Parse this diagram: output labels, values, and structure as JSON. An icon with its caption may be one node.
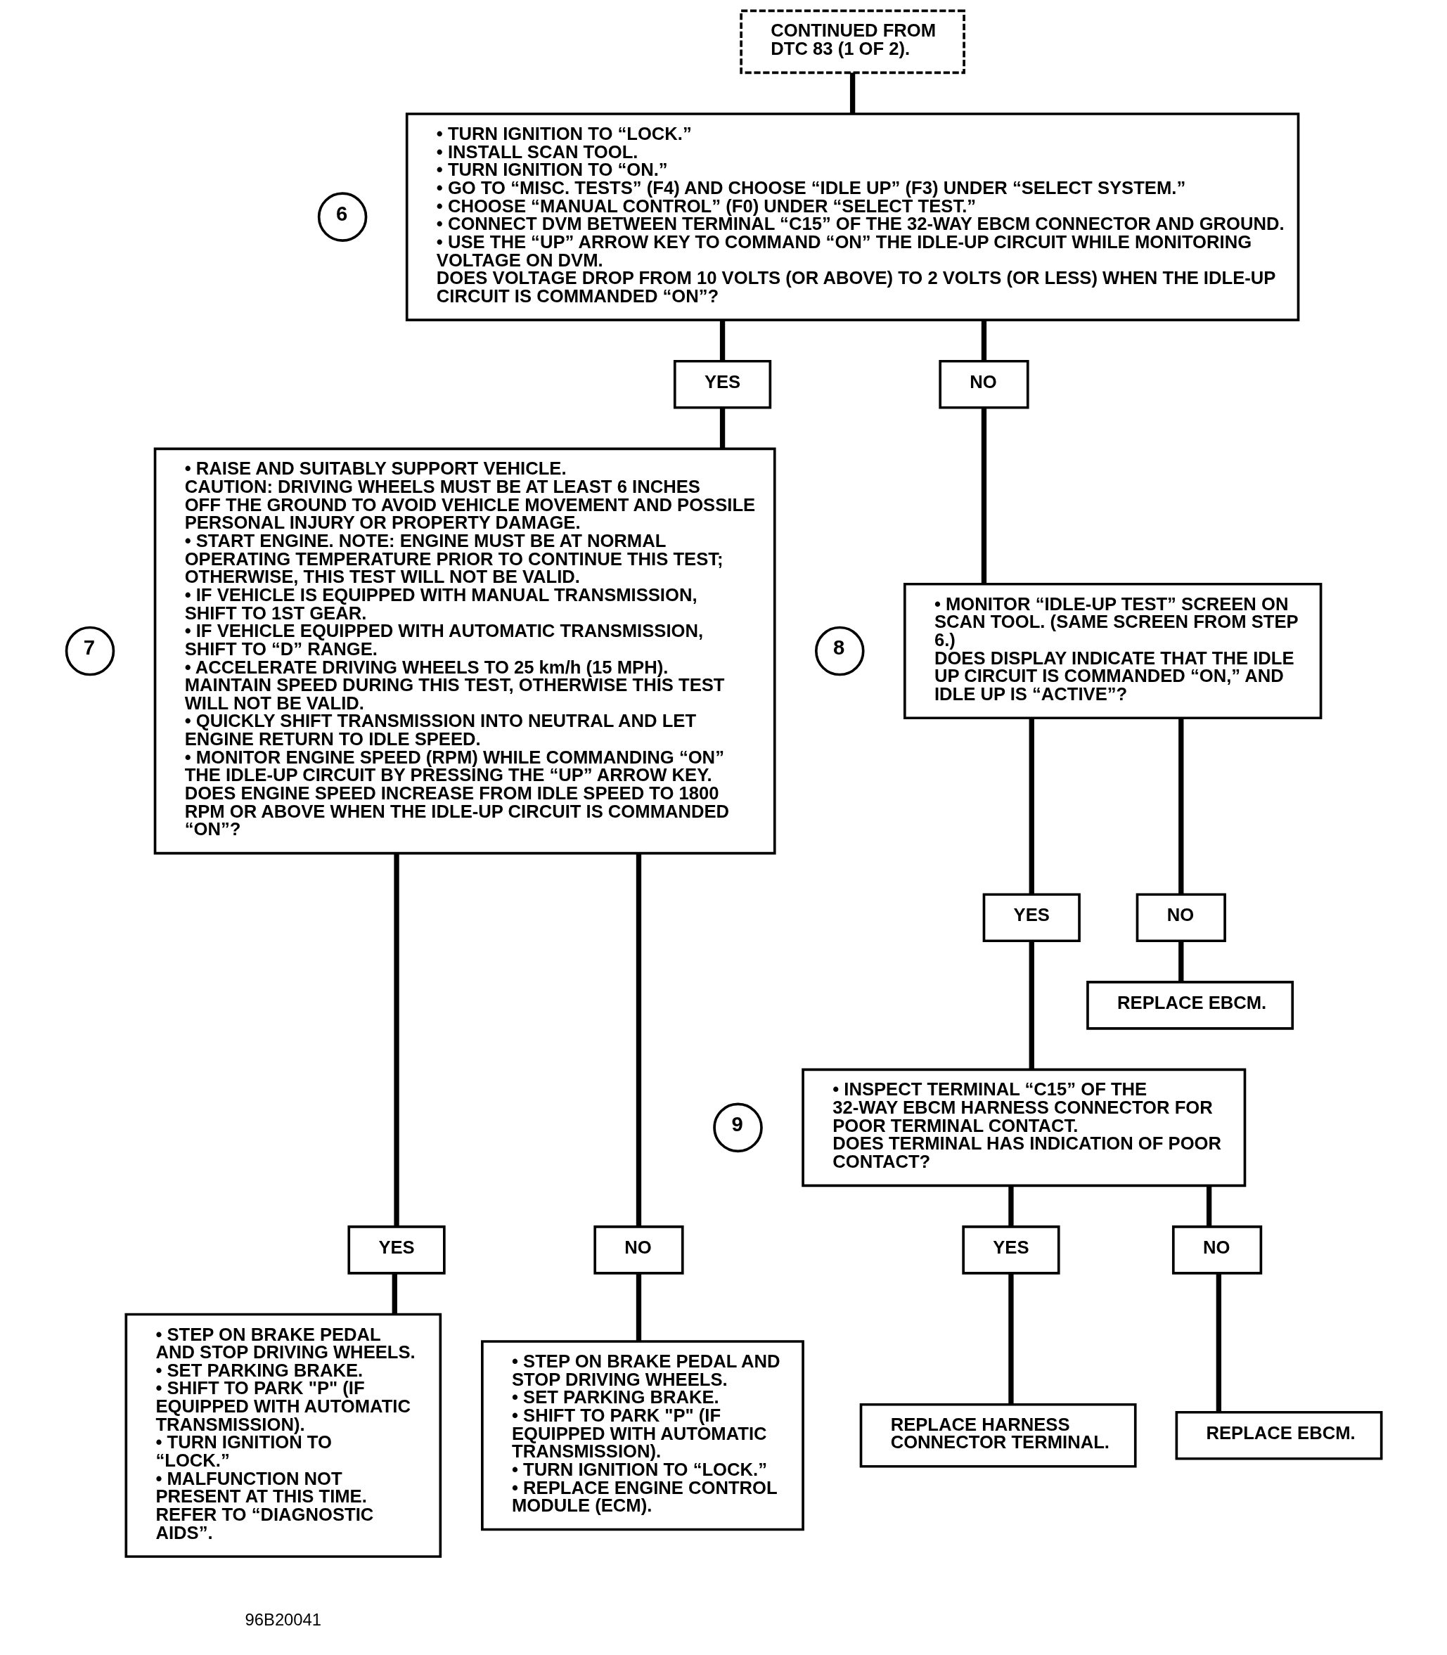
{
  "diagram": {
    "nodes": [
      {
        "text": [
          "CONTINUED FROM DTC 83 (1 OF 2)."
        ]
      },
      {
        "text": [
          "• TURN IGNITION TO “LOCK.”",
          "• INSTALL SCAN TOOL.",
          "• TURN IGNITION TO “ON.”",
          "• GO TO “MISC. TESTS” (F4) AND CHOOSE “IDLE UP” (F3) UNDER “SELECT SYSTEM.”",
          "• CHOOSE “MANUAL CONTROL” (F0) UNDER “SELECT TEST.”",
          "• CONNECT DVM BETWEEN TERMINAL “C15” OF THE 32-WAY EBCM CONNECTOR AND GROUND.",
          "• USE THE “UP” ARROW KEY TO COMMAND “ON” THE IDLE-UP CIRCUIT WHILE MONITORING VOLTAGE ON DVM.",
          "DOES VOLTAGE DROP FROM 10 VOLTS (OR ABOVE) TO 2 VOLTS (OR LESS) WHEN THE IDLE-UP CIRCUIT IS COMMANDED “ON”?"
        ],
        "beside": [
          "6"
        ]
      },
      {
        "text": [
          "YES"
        ]
      },
      {
        "text": [
          "NO"
        ]
      },
      {
        "text": [
          "• RAISE AND SUITABLY SUPPORT VEHICLE.",
          "CAUTION: DRIVING WHEELS MUST BE AT LEAST 6 INCHES OFF THE GROUND TO AVOID VEHICLE MOVEMENT AND POSSILE PERSONAL INJURY OR PROPERTY DAMAGE.",
          "• START ENGINE. NOTE: ENGINE MUST BE AT NORMAL OPERATING TEMPERATURE PRIOR TO CONTINUE THIS TEST; OTHERWISE, THIS TEST WILL NOT BE VALID.",
          "• IF VEHICLE IS EQUIPPED WITH MANUAL TRANSMISSION, SHIFT TO 1ST GEAR.",
          "• IF VEHICLE EQUIPPED WITH AUTOMATIC TRANSMISSION, SHIFT TO “D” RANGE.",
          "• ACCELERATE DRIVING WHEELS TO 25 km/h (15 MPH). MAINTAIN SPEED DURING THIS TEST, OTHERWISE THIS TEST WILL NOT BE VALID.",
          "• QUICKLY SHIFT TRANSMISSION INTO NEUTRAL AND LET ENGINE RETURN TO IDLE SPEED.",
          "• MONITOR ENGINE SPEED (RPM) WHILE COMMANDING “ON” THE IDLE-UP CIRCUIT BY PRESSING THE “UP” ARROW KEY.",
          "DOES ENGINE SPEED INCREASE FROM IDLE SPEED TO 1800 RPM OR ABOVE WHEN THE IDLE-UP CIRCUIT IS COMMANDED “ON”?"
        ],
        "beside": [
          "7"
        ]
      },
      {
        "text": [
          "• MONITOR “IDLE-UP TEST” SCREEN ON SCAN TOOL. (SAME SCREEN FROM STEP 6.)",
          "DOES DISPLAY INDICATE THAT THE IDLE UP CIRCUIT IS COMMANDED “ON,” AND IDLE UP IS “ACTIVE”?"
        ],
        "beside": [
          "8"
        ]
      },
      {
        "text": [
          "YES"
        ]
      },
      {
        "text": [
          "NO"
        ]
      },
      {
        "text": [
          "REPLACE EBCM."
        ]
      },
      {
        "text": [
          "• INSPECT TERMINAL “C15” OF THE 32-WAY EBCM HARNESS CONNECTOR FOR POOR TERMINAL CONTACT.",
          "DOES TERMINAL HAS INDICATION OF POOR CONTACT?"
        ],
        "beside": [
          "9"
        ]
      },
      {
        "text": [
          "YES"
        ]
      },
      {
        "text": [
          "NO"
        ]
      },
      {
        "text": [
          "YES"
        ]
      },
      {
        "text": [
          "NO"
        ]
      },
      {
        "text": [
          "• STEP ON BRAKE PEDAL AND STOP DRIVING WHEELS.",
          "• SET PARKING BRAKE.",
          "• SHIFT TO PARK \"P\" (IF EQUIPPED WITH AUTOMATIC TRANSMISSION).",
          "• TURN IGNITION TO “LOCK.”",
          "• MALFUNCTION NOT PRESENT AT THIS TIME. REFER TO “DIAGNOSTIC AIDS”."
        ]
      },
      {
        "text": [
          "• STEP ON BRAKE PEDAL AND STOP DRIVING WHEELS.",
          "• SET PARKING BRAKE.",
          "• SHIFT TO PARK \"P\" (IF EQUIPPED WITH AUTOMATIC TRANSMISSION).",
          "• TURN IGNITION TO “LOCK.”",
          "• REPLACE ENGINE CONTROL MODULE (ECM)."
        ]
      },
      {
        "text": [
          "REPLACE HARNESS CONNECTOR TERMINAL."
        ]
      },
      {
        "text": [
          "REPLACE EBCM."
        ]
      }
    ],
    "edges": [
      {
        "from": 0,
        "to": 1,
        "arrow": "none"
      },
      {
        "from": 1,
        "to": 2,
        "arrow": "none"
      },
      {
        "from": 1,
        "to": 3,
        "arrow": "none"
      },
      {
        "from": 2,
        "to": 4,
        "arrow": "none"
      },
      {
        "from": 3,
        "to": 5,
        "arrow": "none"
      },
      {
        "from": 5,
        "to": 6,
        "arrow": "none"
      },
      {
        "from": 5,
        "to": 7,
        "arrow": "none"
      },
      {
        "from": 7,
        "to": 8,
        "arrow": "none"
      },
      {
        "from": 6,
        "to": 9,
        "arrow": "none"
      },
      {
        "from": 4,
        "to": 10,
        "arrow": "none"
      },
      {
        "from": 4,
        "to": 11,
        "arrow": "none"
      },
      {
        "from": 9,
        "to": 12,
        "arrow": "none"
      },
      {
        "from": 9,
        "to": 13,
        "arrow": "none"
      },
      {
        "from": 10,
        "to": 14,
        "arrow": "none"
      },
      {
        "from": 11,
        "to": 15,
        "arrow": "none"
      },
      {
        "from": 12,
        "to": 16,
        "arrow": "none"
      },
      {
        "from": 13,
        "to": 17,
        "arrow": "none"
      }
    ],
    "labels": [
      "96B20041"
    ]
  }
}
